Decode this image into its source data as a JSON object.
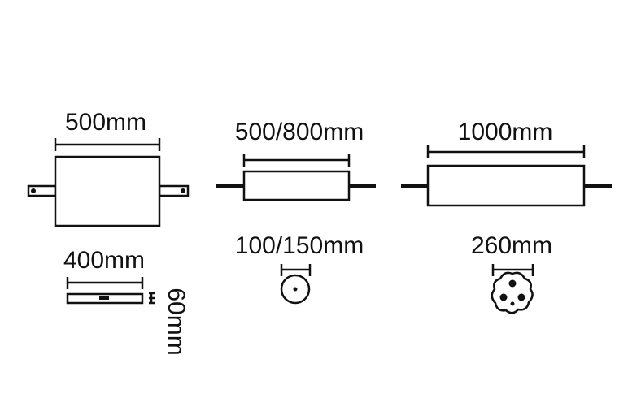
{
  "products": [
    {
      "id": "pond-filter",
      "width_label": "500mm",
      "height_label": "",
      "base_label": "400mm",
      "depth_label": "60mm"
    },
    {
      "id": "tube-filter-a",
      "width_label": "500/800mm",
      "diameter_label": "100/150mm"
    },
    {
      "id": "tube-filter-b",
      "width_label": "1000mm",
      "diameter_label": "260mm"
    }
  ],
  "colors": {
    "line": "#111111",
    "background": "#ffffff"
  }
}
